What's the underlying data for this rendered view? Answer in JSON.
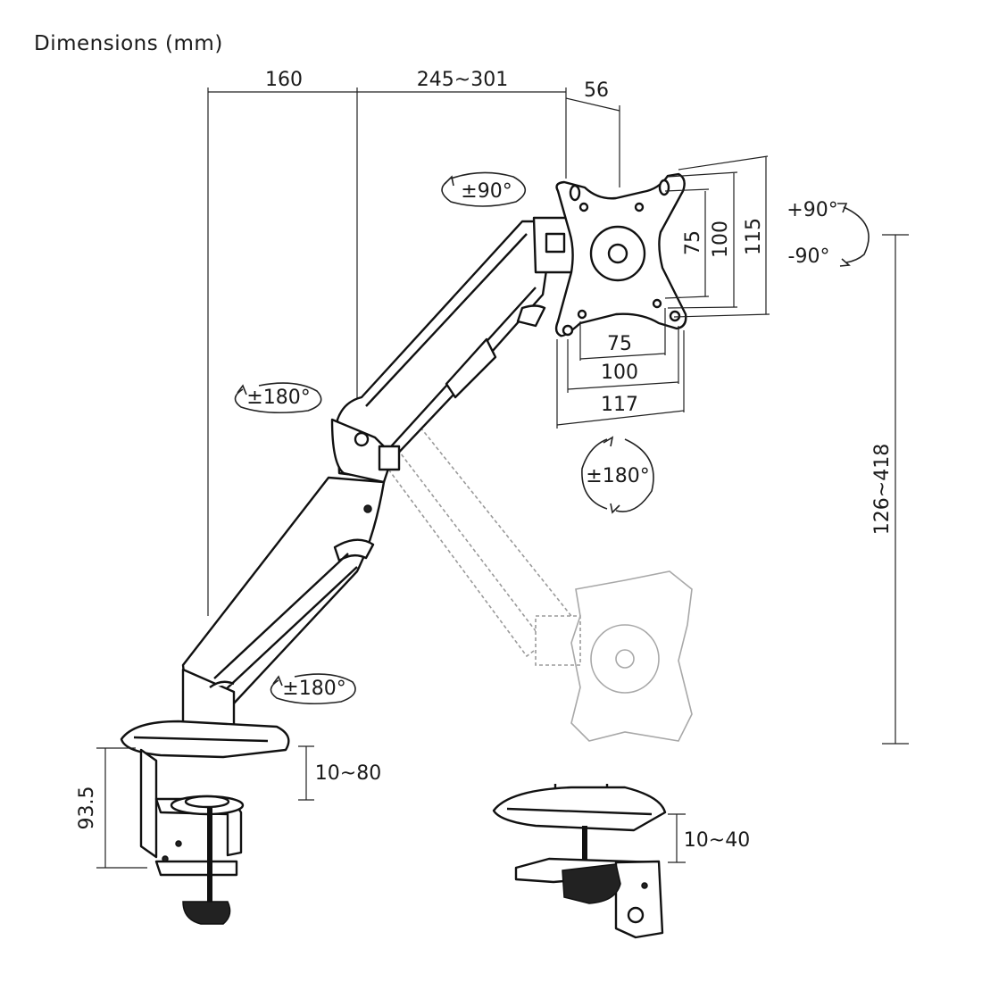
{
  "title": "Dimensions (mm)",
  "dimensions": {
    "arm_reach_1": "160",
    "arm_reach_2": "245~301",
    "plate_depth": "56",
    "vesa_h_75": "75",
    "vesa_h_100": "100",
    "plate_h_115": "115",
    "vesa_w_75": "75",
    "vesa_w_100": "100",
    "plate_w_117": "117",
    "height_range": "126~418",
    "clamp_height": "93.5",
    "clamp_thickness": "10~80",
    "grommet_thickness": "10~40"
  },
  "rotations": {
    "tilt_plate": "±90°",
    "tilt_up": "+90°",
    "tilt_down": "-90°",
    "elbow": "±180°",
    "plate_spin": "±180°",
    "base": "±180°"
  },
  "icons": [
    "monitor-mount-arm",
    "vesa-plate",
    "desk-clamp",
    "grommet-base",
    "rotation-arrow"
  ],
  "colors": {
    "line": "#222222",
    "ghost": "#9a9a9a",
    "background": "#ffffff"
  }
}
